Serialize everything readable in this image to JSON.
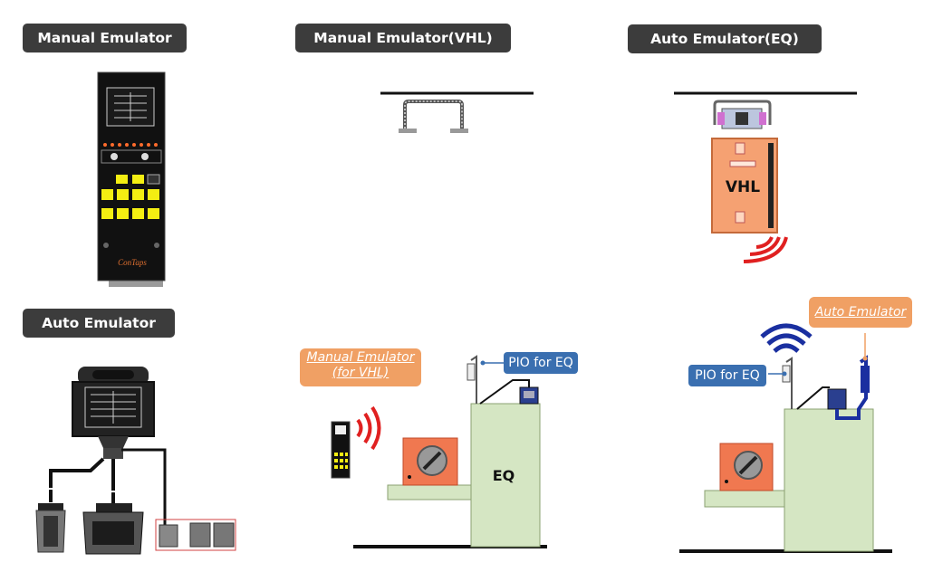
{
  "panels": {
    "manual_emulator": {
      "title": "Manual Emulator",
      "brand": "ConTaps"
    },
    "manual_emulator_vhl": {
      "title": "Manual Emulator(VHL)"
    },
    "auto_emulator_eq": {
      "title": "Auto Emulator(EQ)",
      "vehicle_label": "VHL"
    },
    "auto_emulator": {
      "title": "Auto Emulator"
    },
    "scene_manual": {
      "callout": "Manual Emulator\n(for VHL)",
      "pio_label": "PIO for EQ",
      "eq_label": "EQ"
    },
    "scene_auto": {
      "callout": "Auto Emulator",
      "pio_label": "PIO for EQ"
    }
  },
  "colors": {
    "title_bg": "#3c3c3c",
    "callout_orange": "#f0a064",
    "callout_blue": "#3a6fb0",
    "eq_green": "#d5e6c3",
    "vhl_orange": "#f5a172",
    "signal_red": "#e02020",
    "signal_blue": "#1a2fa0",
    "device_black": "#111111",
    "button_yellow": "#f4ee12"
  }
}
